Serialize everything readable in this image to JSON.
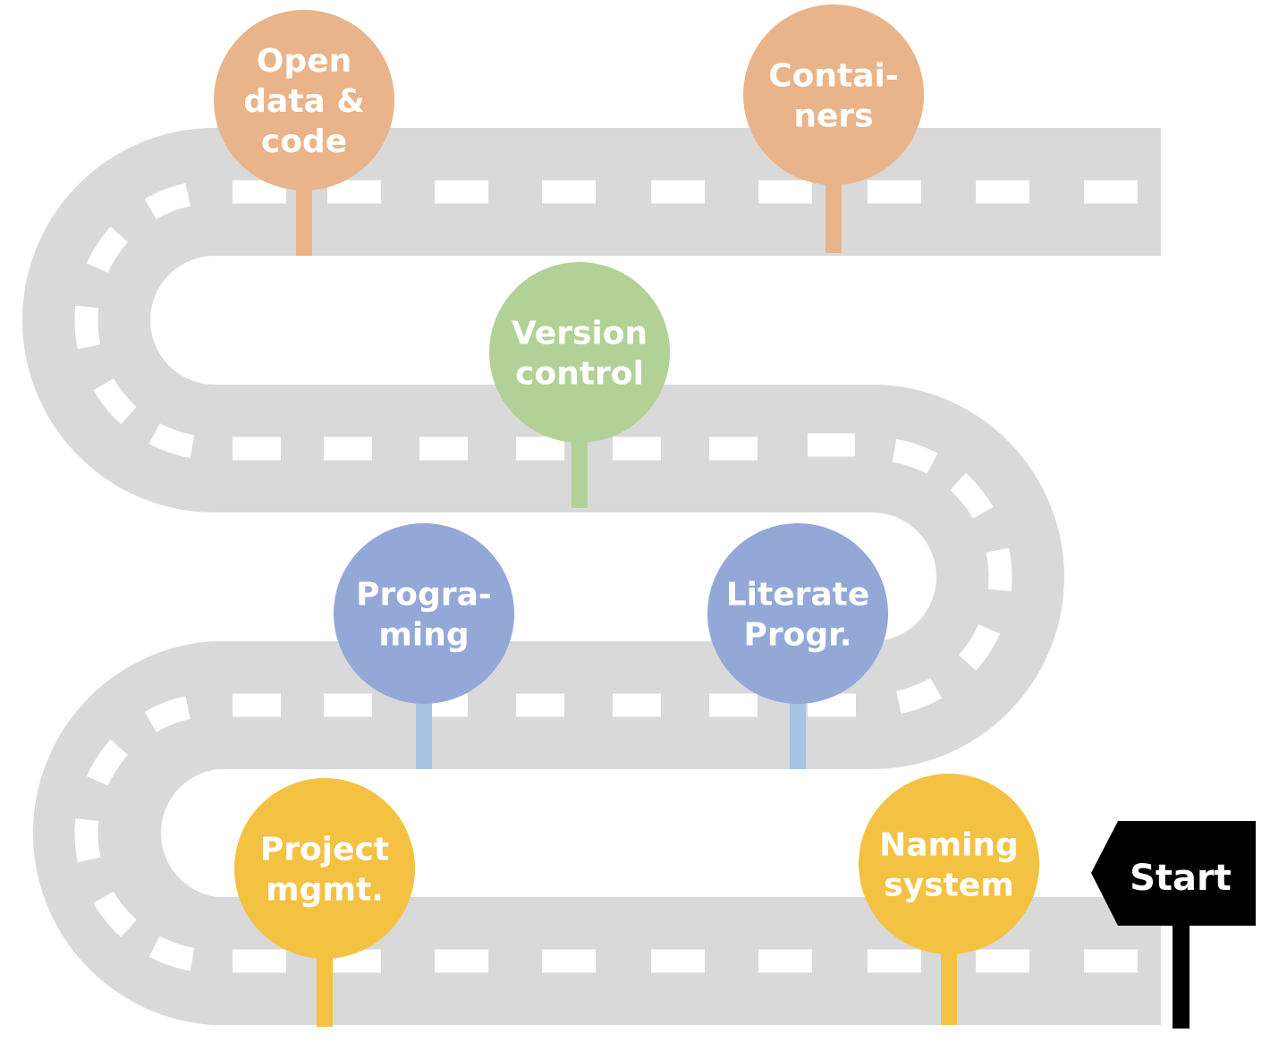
{
  "diagram": {
    "type": "roadmap",
    "road_color": "#d9d9d9",
    "lane_mark_color": "#ffffff",
    "start_sign": {
      "label": "Start",
      "color": "#000000"
    },
    "milestones": [
      {
        "id": "naming-system",
        "lines": [
          "Naming",
          "system"
        ],
        "color": "#f4c242",
        "pole_color": "#f4c242",
        "order": 1
      },
      {
        "id": "project-mgmt",
        "lines": [
          "Project",
          "mgmt."
        ],
        "color": "#f4c242",
        "pole_color": "#f4c242",
        "order": 2
      },
      {
        "id": "programing",
        "lines": [
          "Progra-",
          "ming"
        ],
        "color": "#94a8d8",
        "pole_color": "#a6c3e4",
        "order": 3
      },
      {
        "id": "literate-programming",
        "lines": [
          "Literate",
          "Progr."
        ],
        "color": "#94a8d8",
        "pole_color": "#a6c3e4",
        "order": 4
      },
      {
        "id": "version-control",
        "lines": [
          "Version",
          "control"
        ],
        "color": "#b2d197",
        "pole_color": "#b2d197",
        "order": 5
      },
      {
        "id": "containers",
        "lines": [
          "Contai-",
          "ners"
        ],
        "color": "#e9b48a",
        "pole_color": "#e9b48a",
        "order": 6
      },
      {
        "id": "open-data-code",
        "lines": [
          "Open",
          "data &",
          "code"
        ],
        "color": "#e9b48a",
        "pole_color": "#e9b48a",
        "order": 7
      }
    ]
  }
}
